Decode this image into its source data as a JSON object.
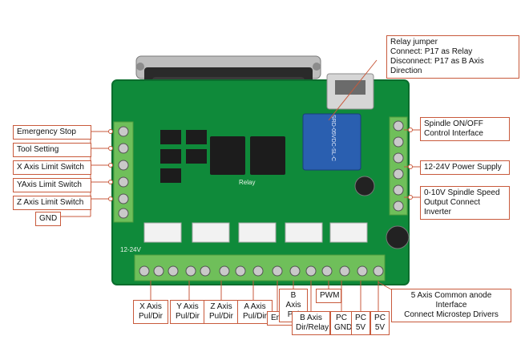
{
  "colors": {
    "pcb": "#0f8a3a",
    "pcb_dark": "#0a6d2d",
    "terminal": "#6fbf5a",
    "terminal_dark": "#4f9c3f",
    "connector_metal": "#c9c9c9",
    "relay_blue": "#2a5fb0",
    "callout_border": "#c85a3c",
    "leader_line": "#c85a3c"
  },
  "board": {
    "silkscreen_top": "Relay",
    "silkscreen_power": "12-24V",
    "relay_text": "SRD-05VDC-SL-C"
  },
  "callouts": {
    "relay_jumper": "Relay jumper\nConnect: P17 as Relay\nDisconnect: P17 as B Axis Direction",
    "emergency_stop": "Emergency Stop",
    "tool_setting": "Tool Setting",
    "x_limit": "X Axis Limit Switch",
    "y_limit": "YAxis Limit Switch",
    "z_limit": "Z Axis Limit Switch",
    "gnd": "GND",
    "spindle_onoff": "Spindle ON/OFF\nControl Interface",
    "power_supply": "12-24V Power Supply",
    "spindle_speed": "0-10V Spindle Speed\nOutput Connect Inverter",
    "x_axis": "X Axis\nPul/Dir",
    "y_axis": "Y Axis\nPul/Dir",
    "z_axis": "Z Axis\nPul/Dir",
    "a_axis": "A Axis\nPul/Dir",
    "enable": "Enable",
    "b_axis_pul": "B Axis\nPul",
    "b_axis_dir": "B Axis\nDir/Relay",
    "pwm": "PWM",
    "pc_gnd": "PC\nGND",
    "pc_5v_1": "PC\n5V",
    "pc_5v_2": "PC\n5V",
    "common_anode": "5 Axis Common anode Interface\nConnect Microstep Drivers"
  }
}
